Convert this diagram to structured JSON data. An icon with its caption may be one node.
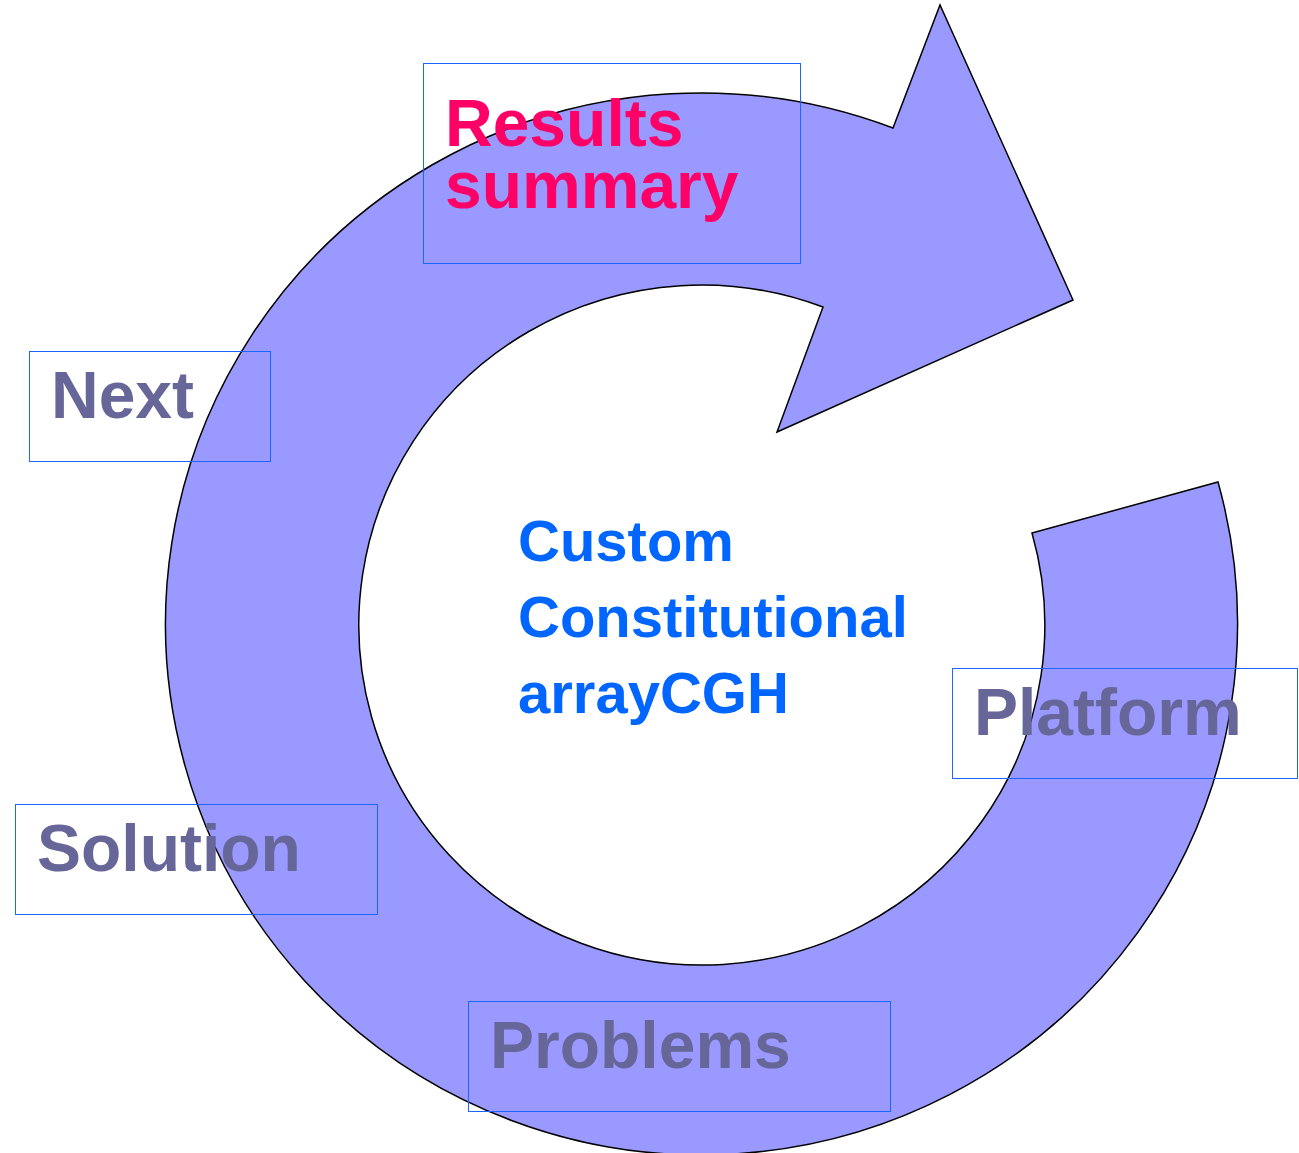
{
  "diagram": {
    "nodes": [
      {
        "text": [
          "Results summary"
        ]
      },
      {
        "text": [
          "Next"
        ]
      },
      {
        "text": [
          "Platform"
        ]
      },
      {
        "text": [
          "Solution"
        ]
      },
      {
        "text": [
          "Problems"
        ]
      }
    ],
    "labels": [
      "Custom Constitutional arrayCGH"
    ]
  }
}
